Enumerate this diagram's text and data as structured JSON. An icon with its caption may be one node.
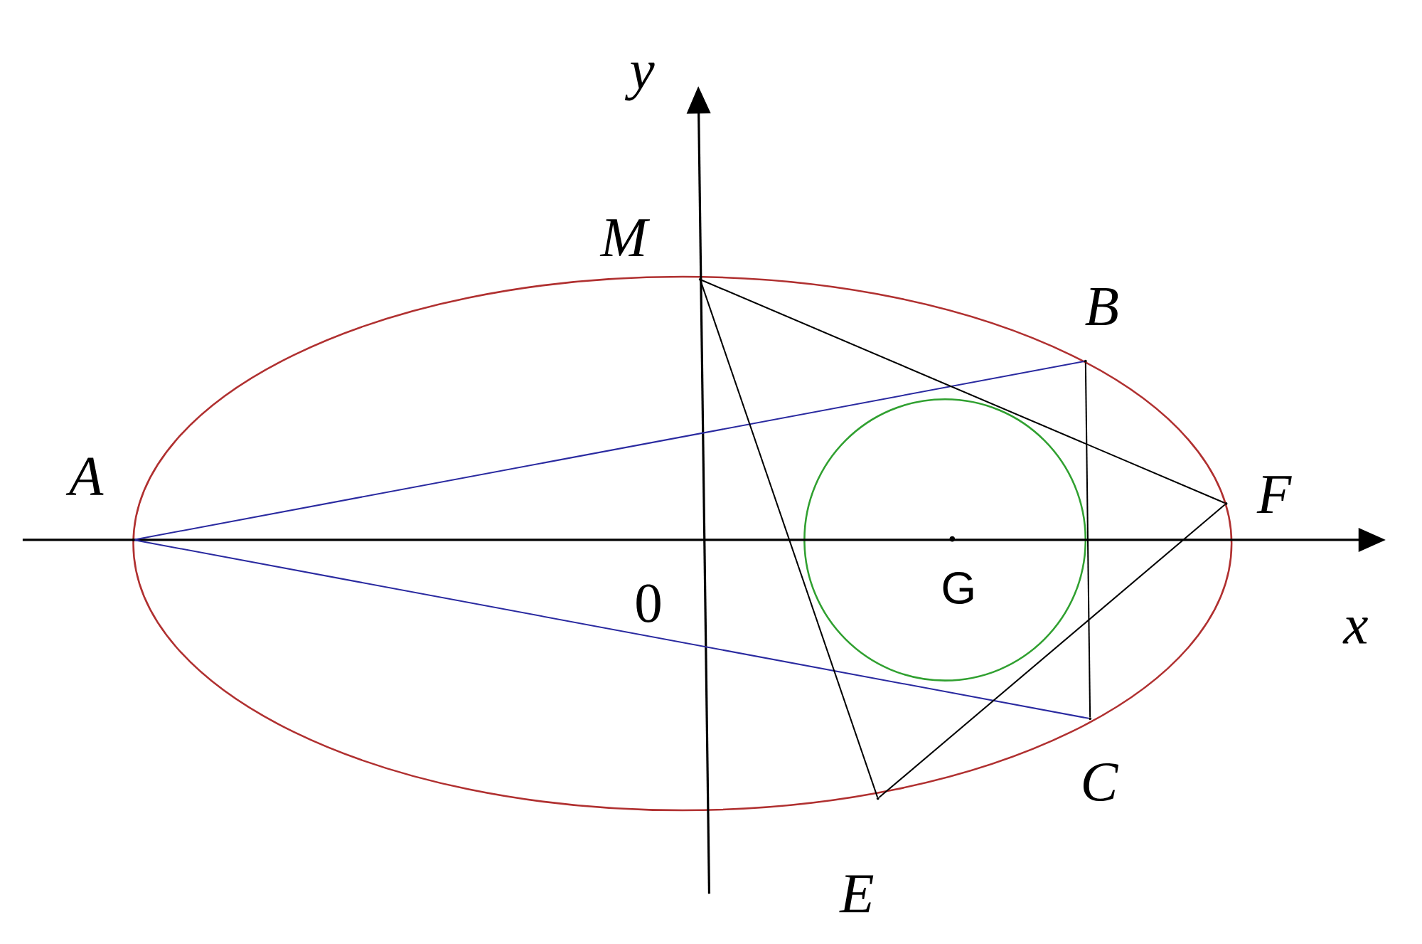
{
  "diagram": {
    "nodes": [
      {
        "text": [],
        "shape": "point",
        "beside": [
          "A"
        ]
      },
      {
        "text": [],
        "shape": "point",
        "beside": [
          "B"
        ]
      },
      {
        "text": [],
        "shape": "point",
        "beside": [
          "C"
        ]
      },
      {
        "text": [],
        "shape": "point",
        "beside": [
          "E"
        ]
      },
      {
        "text": [],
        "shape": "point",
        "beside": [
          "F"
        ]
      },
      {
        "text": [],
        "shape": "point",
        "beside": [
          "M"
        ]
      }
    ],
    "edges": [
      {
        "from": 0,
        "to": 1,
        "arrow": "none",
        "color": "#2a2aa0"
      },
      {
        "from": 0,
        "to": 2,
        "arrow": "none",
        "color": "#2a2aa0"
      },
      {
        "from": 5,
        "to": 4,
        "arrow": "none"
      },
      {
        "from": 5,
        "to": 3,
        "arrow": "none"
      },
      {
        "from": 3,
        "to": 4,
        "arrow": "none"
      },
      {
        "from": 1,
        "to": 2,
        "arrow": "none"
      }
    ],
    "labels": [
      "y",
      "0",
      "G",
      "x"
    ]
  }
}
